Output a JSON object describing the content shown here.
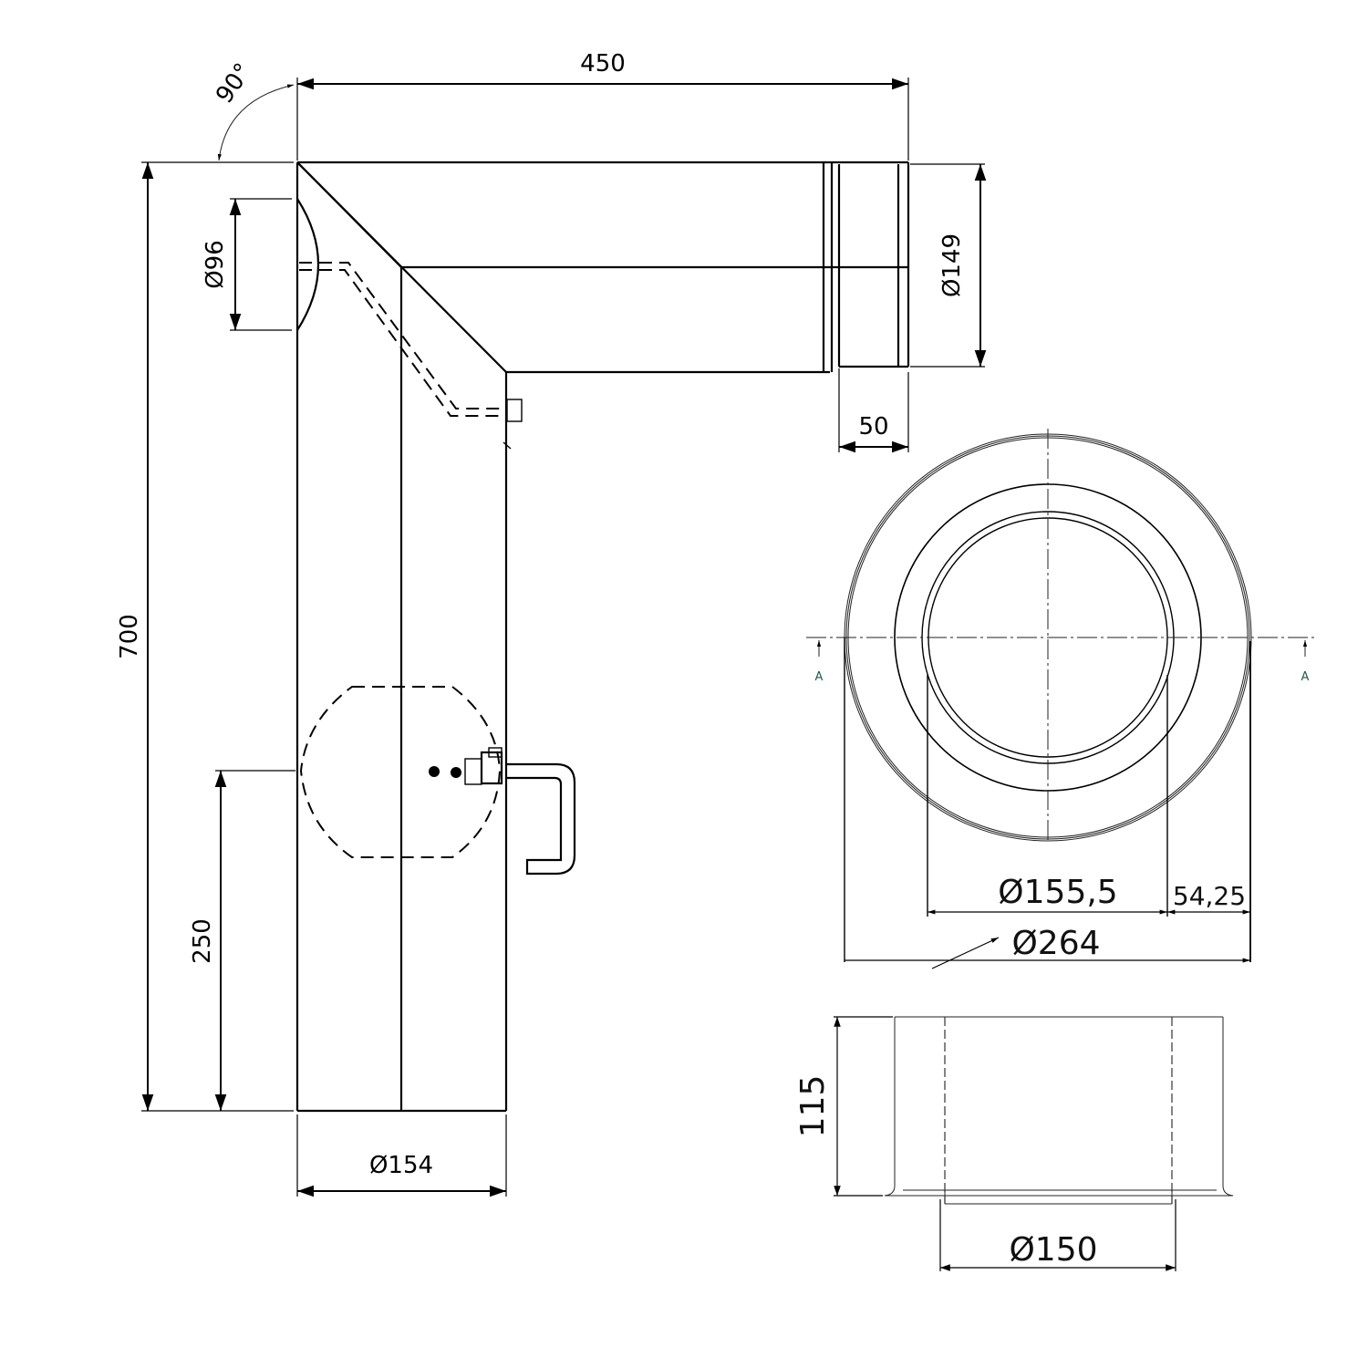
{
  "drawing": {
    "side_view": {
      "dimensions": {
        "angle": "90°",
        "top_length": "450",
        "total_height": "700",
        "outlet_diameter": "Ø149",
        "spigot_length": "50",
        "cleanout_diameter": "Ø96",
        "damper_height": "250",
        "pipe_diameter": "Ø154"
      }
    },
    "top_view": {
      "section_marker_left": "A",
      "section_marker_right": "A",
      "dimensions": {
        "inner_diameter": "Ø155,5",
        "flange_width": "54,25",
        "outer_diameter": "Ø264"
      }
    },
    "section_view": {
      "dimensions": {
        "height": "115",
        "diameter": "Ø150"
      }
    }
  }
}
